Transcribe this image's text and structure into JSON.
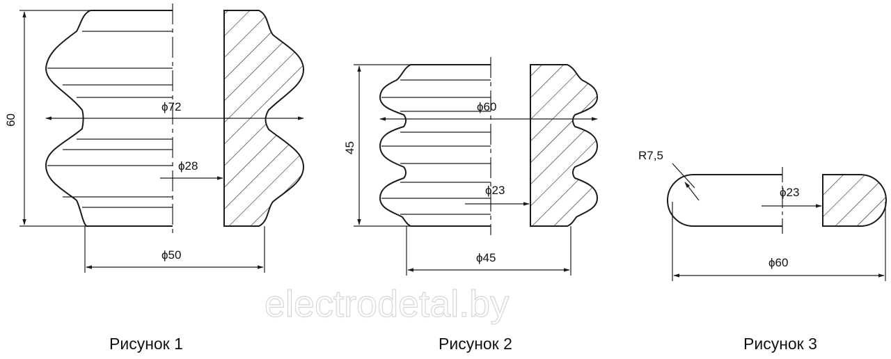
{
  "watermark": "electrodetal.by",
  "figure1": {
    "caption": "Рисунок 1",
    "height_label": "60",
    "outer_diameter_label": "ϕ72",
    "inner_diameter_label": "ϕ28",
    "base_diameter_label": "ϕ50"
  },
  "figure2": {
    "caption": "Рисунок 2",
    "height_label": "45",
    "outer_diameter_label": "ϕ60",
    "inner_diameter_label": "ϕ23",
    "base_diameter_label": "ϕ45"
  },
  "figure3": {
    "caption": "Рисунок 3",
    "radius_label": "R7,5",
    "inner_diameter_label": "ϕ23",
    "outer_diameter_label": "ϕ60"
  },
  "colors": {
    "line": "#1a1a1a",
    "watermark": "#d6d6d6",
    "background": "#ffffff"
  }
}
